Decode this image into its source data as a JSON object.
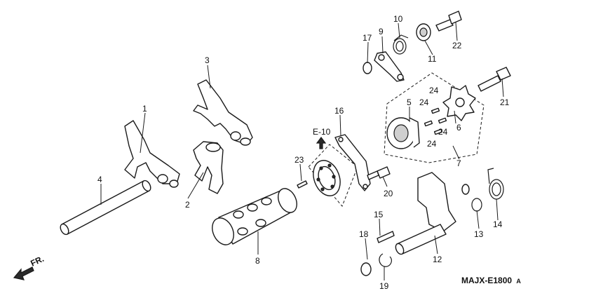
{
  "callouts": {
    "c1": "1",
    "c2": "2",
    "c3": "3",
    "c4": "4",
    "c5": "5",
    "c6": "6",
    "c7": "7",
    "c8": "8",
    "c9": "9",
    "c10": "10",
    "c11": "11",
    "c12": "12",
    "c13": "13",
    "c14": "14",
    "c15": "15",
    "c16": "16",
    "c17": "17",
    "c18": "18",
    "c19": "19",
    "c20": "20",
    "c21": "21",
    "c22": "22",
    "c23": "23",
    "c24a": "24",
    "c24b": "24",
    "c24c": "24",
    "c24d": "24"
  },
  "ref_label": "E-10",
  "direction_label": "FR.",
  "diagram_code": "MAJX-E1800",
  "diagram_code_suffix": "A",
  "colors": {
    "line": "#1a1a1a",
    "background": "#ffffff",
    "shade": "#cfcfcf"
  }
}
